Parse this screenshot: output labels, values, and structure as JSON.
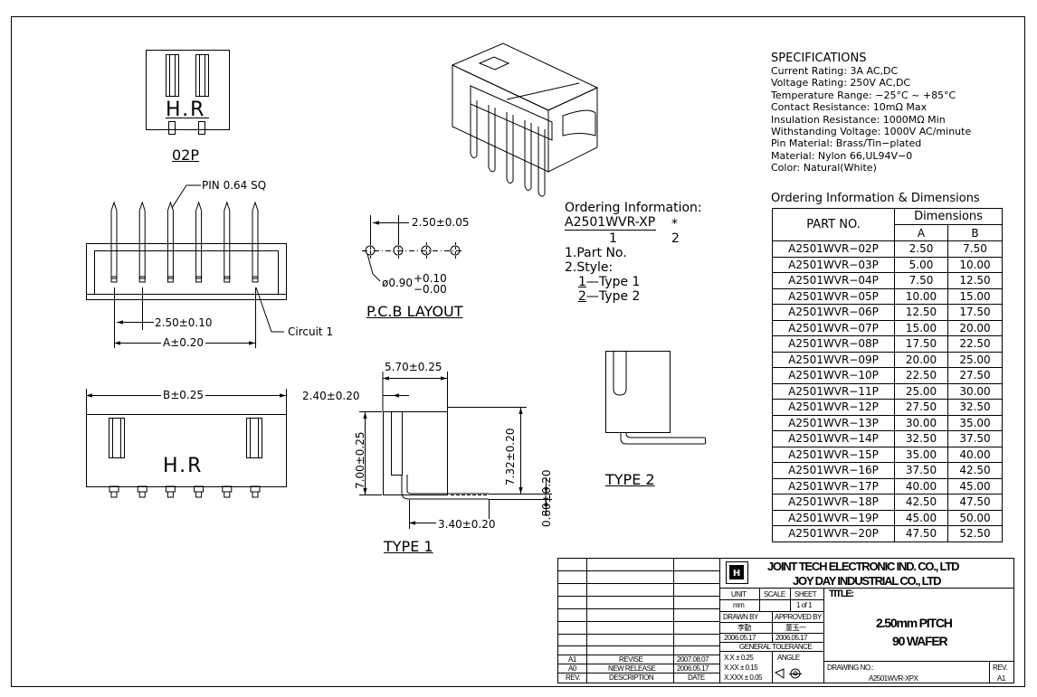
{
  "views": {
    "top_02p_label": "02P",
    "hr_mark": "H.R",
    "pin_label": "PIN 0.64 SQ",
    "pitch_dim": "2.50±0.10",
    "a_dim": "A±0.20",
    "circuit_label": "Circuit 1",
    "b_dim": "B±0.25",
    "pcb_pitch": "2.50±0.05",
    "pcb_hole": "ø0.90",
    "pcb_hole_tol_plus": "+0.10",
    "pcb_hole_tol_minus": "−0.00",
    "pcb_layout_label": "P.C.B LAYOUT",
    "type1_width": "5.70±0.25",
    "type1_offset": "2.40±0.20",
    "type1_height": "7.00±0.25",
    "type1_pin_height": "7.32±0.20",
    "type1_pin_thick": "0.80±0.20",
    "type1_pin_len": "3.40±0.20",
    "type1_label": "TYPE 1",
    "type2_label": "TYPE 2"
  },
  "ordering": {
    "heading": "Ordering Information:",
    "part_code": "A2501WVR-XP",
    "asterisk": "*",
    "num1": "1",
    "num2": "2",
    "item1": "1.Part No.",
    "item2": "2.Style:",
    "style1_num": "1",
    "style1_text": "—Type 1",
    "style2_num": "2",
    "style2_text": "—Type 2"
  },
  "specifications": {
    "heading": "SPECIFICATIONS",
    "lines": [
      "Current Rating: 3A AC,DC",
      "Voltage Rating: 250V AC,DC",
      "Temperature Range: −25°C ~ +85°C",
      "Contact Resistance: 10mΩ Max",
      "Insulation Resistance: 1000MΩ Min",
      "Withstanding Voltage: 1000V AC/minute",
      "Pin Material: Brass/Tin−plated",
      "Material: Nylon 66,UL94V−0",
      "Color: Natural(White)"
    ]
  },
  "dimensions_table": {
    "heading": "Ordering Information & Dimensions",
    "col_part": "PART NO.",
    "col_group": "Dimensions",
    "col_a": "A",
    "col_b": "B",
    "rows": [
      [
        "A2501WVR−02P",
        "2.50",
        "7.50"
      ],
      [
        "A2501WVR−03P",
        "5.00",
        "10.00"
      ],
      [
        "A2501WVR−04P",
        "7.50",
        "12.50"
      ],
      [
        "A2501WVR−05P",
        "10.00",
        "15.00"
      ],
      [
        "A2501WVR−06P",
        "12.50",
        "17.50"
      ],
      [
        "A2501WVR−07P",
        "15.00",
        "20.00"
      ],
      [
        "A2501WVR−08P",
        "17.50",
        "22.50"
      ],
      [
        "A2501WVR−09P",
        "20.00",
        "25.00"
      ],
      [
        "A2501WVR−10P",
        "22.50",
        "27.50"
      ],
      [
        "A2501WVR−11P",
        "25.00",
        "30.00"
      ],
      [
        "A2501WVR−12P",
        "27.50",
        "32.50"
      ],
      [
        "A2501WVR−13P",
        "30.00",
        "35.00"
      ],
      [
        "A2501WVR−14P",
        "32.50",
        "37.50"
      ],
      [
        "A2501WVR−15P",
        "35.00",
        "40.00"
      ],
      [
        "A2501WVR−16P",
        "37.50",
        "42.50"
      ],
      [
        "A2501WVR−17P",
        "40.00",
        "45.00"
      ],
      [
        "A2501WVR−18P",
        "42.50",
        "47.50"
      ],
      [
        "A2501WVR−19P",
        "45.00",
        "50.00"
      ],
      [
        "A2501WVR−20P",
        "47.50",
        "52.50"
      ]
    ]
  },
  "title_block": {
    "company_en": "JOINT TECH ELECTRONIC IND. CO., LTD",
    "company_en2": "JOY DAY INDUSTRIAL CO., LTD",
    "unit_label": "UNIT",
    "unit_value": "mm",
    "scale_label": "SCALE",
    "sheet_label": "SHEET",
    "sheet_value": "1 of 1",
    "title_label": "TITLE:",
    "title_line1": "2.50mm PITCH",
    "title_line2": "90 WAFER",
    "drawn_by_label": "DRAWN BY",
    "approved_by_label": "APPROVED BY",
    "drawn_by_name": "李勤",
    "approved_by_name": "董玉一",
    "drawn_date": "2006.05.17",
    "approved_date": "2006.05.17",
    "general_tolerance": "GENERAL TOLERANCE",
    "tol1": "X.X ± 0.25",
    "angle_label": "ANGLE",
    "tol2": "X.XX ± 0.15",
    "tol3": "X.XXX ± 0.05",
    "drawing_no_label": "DRAWING NO.:",
    "drawing_no": "A2501WVR-XPX",
    "rev_label": "REV.",
    "rev_value": "A1",
    "rev_rows": [
      [
        "A1",
        "REVISE",
        "2007.08.07"
      ],
      [
        "A0",
        "NEW RELEASE",
        "2006.05.17"
      ]
    ],
    "hdr_rev": "REV.",
    "hdr_desc": "DESCRIPTION",
    "hdr_date": "DATE"
  }
}
